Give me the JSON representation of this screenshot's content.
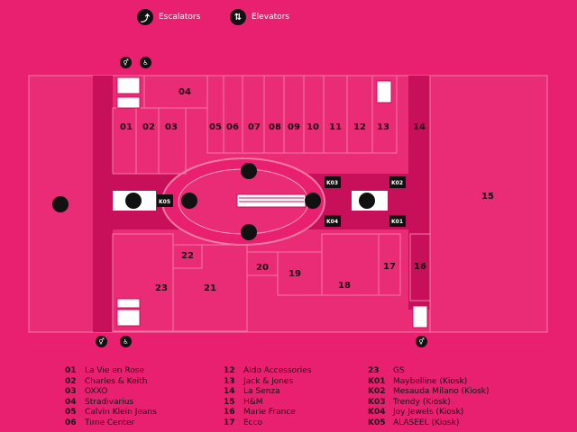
{
  "legend": {
    "escalators": "Escalators",
    "elevators": "Elevators"
  },
  "stores": [
    {
      "code": "01",
      "label": "01"
    },
    {
      "code": "02",
      "label": "02"
    },
    {
      "code": "03",
      "label": "03"
    },
    {
      "code": "04",
      "label": "04"
    },
    {
      "code": "05",
      "label": "05"
    },
    {
      "code": "06",
      "label": "06"
    },
    {
      "code": "07",
      "label": "07"
    },
    {
      "code": "08",
      "label": "08"
    },
    {
      "code": "09",
      "label": "09"
    },
    {
      "code": "10",
      "label": "10"
    },
    {
      "code": "11",
      "label": "11"
    },
    {
      "code": "12",
      "label": "12"
    },
    {
      "code": "13",
      "label": "13"
    },
    {
      "code": "14",
      "label": "14"
    },
    {
      "code": "15",
      "label": "15"
    },
    {
      "code": "16",
      "label": "16"
    },
    {
      "code": "17",
      "label": "17"
    },
    {
      "code": "18",
      "label": "18"
    },
    {
      "code": "19",
      "label": "19"
    },
    {
      "code": "20",
      "label": "20"
    },
    {
      "code": "21",
      "label": "21"
    },
    {
      "code": "22",
      "label": "22"
    },
    {
      "code": "23",
      "label": "23"
    }
  ],
  "kiosks": {
    "k01": "K01",
    "k02": "K02",
    "k03": "K03",
    "k04": "K04",
    "k05": "K05"
  },
  "directory": {
    "col1": [
      {
        "code": "01",
        "name": "La Vie en Rose"
      },
      {
        "code": "02",
        "name": "Charles & Keith"
      },
      {
        "code": "03",
        "name": "OXXO"
      },
      {
        "code": "04",
        "name": "Stradivarius"
      },
      {
        "code": "05",
        "name": "Calvin Klein Jeans"
      },
      {
        "code": "06",
        "name": "Time Center"
      }
    ],
    "col2": [
      {
        "code": "12",
        "name": "Aldo Accessories"
      },
      {
        "code": "13",
        "name": "Jack & Jones"
      },
      {
        "code": "14",
        "name": "La Senza"
      },
      {
        "code": "15",
        "name": "H&M"
      },
      {
        "code": "16",
        "name": "Marie France"
      },
      {
        "code": "17",
        "name": "Ecco"
      }
    ],
    "col3": [
      {
        "code": "23",
        "name": "GS"
      },
      {
        "code": "K01",
        "name": "Maybelline (Kiosk)"
      },
      {
        "code": "K02",
        "name": "Mesauda Milano (Kiosk)"
      },
      {
        "code": "K03",
        "name": "Trendy (Kiosk)"
      },
      {
        "code": "K04",
        "name": "Joy Jewels (Kiosk)"
      },
      {
        "code": "K05",
        "name": "ALASEEL (Kiosk)"
      }
    ]
  },
  "colors": {
    "background": "#e9206f",
    "corridor": "#c8105a",
    "store_outline": "#f47aa6",
    "dark": "#111111"
  },
  "icons": {
    "escalator": "escalator-icon",
    "elevator": "elevator-icon",
    "restroom": "restroom-icon",
    "accessible": "wheelchair-icon",
    "cart": "cart-icon",
    "stairs": "stairs-icon"
  }
}
